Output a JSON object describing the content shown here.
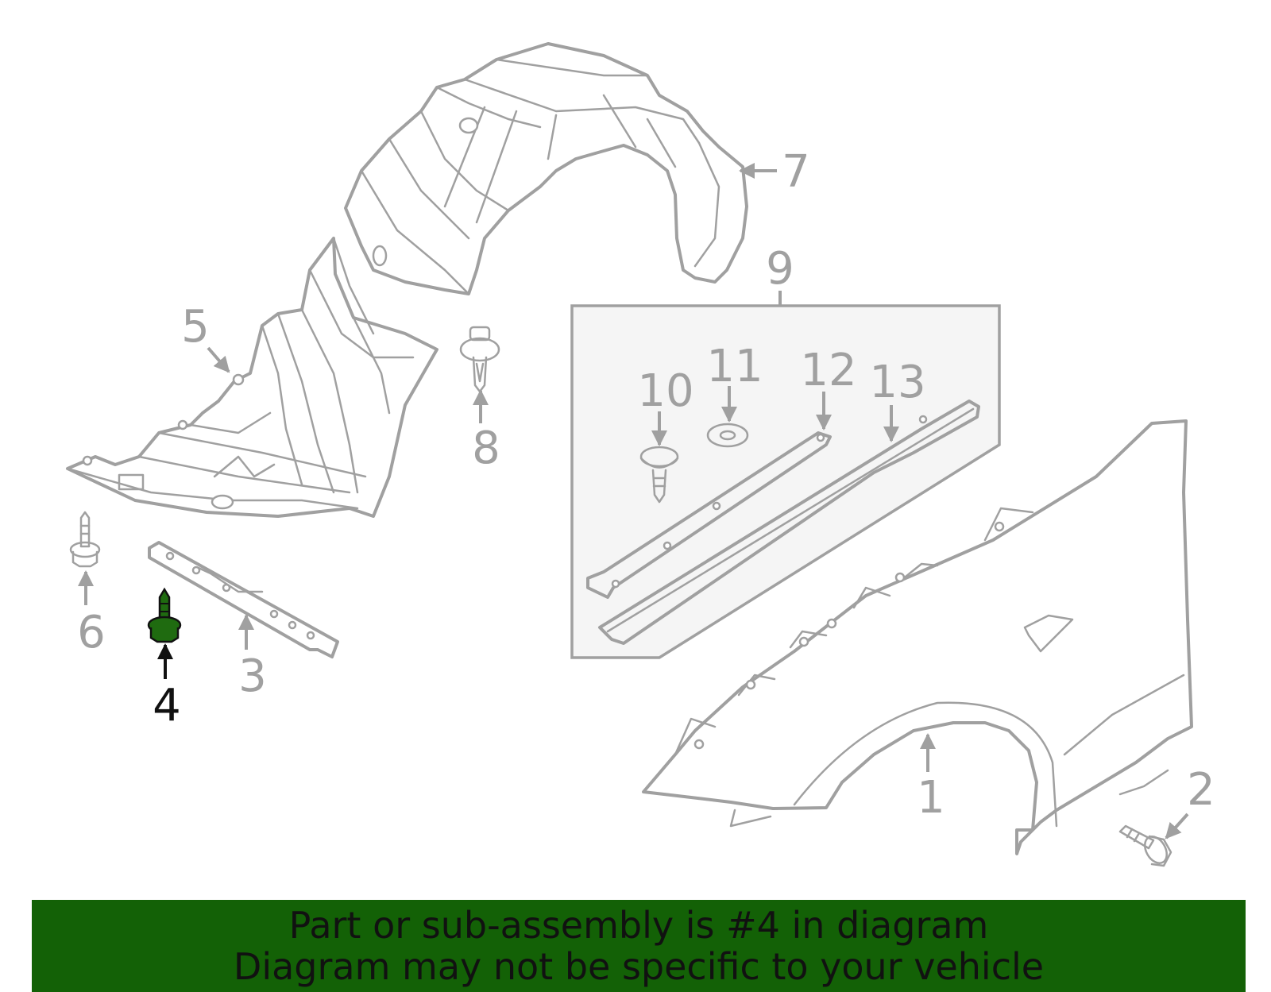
{
  "callouts": {
    "c1": "1",
    "c2": "2",
    "c3": "3",
    "c4": "4",
    "c5": "5",
    "c6": "6",
    "c7": "7",
    "c8": "8",
    "c9": "9",
    "c10": "10",
    "c11": "11",
    "c12": "12",
    "c13": "13"
  },
  "highlight": {
    "part": "4",
    "color": "#1f6b10"
  },
  "banner": {
    "line1": "Part or sub-assembly is #4 in diagram",
    "line2": "Diagram may not be specific to your vehicle",
    "background": "#136106"
  },
  "colors": {
    "line_art": "#a0a0a0",
    "kit_box_fill": "#f5f5f5"
  }
}
